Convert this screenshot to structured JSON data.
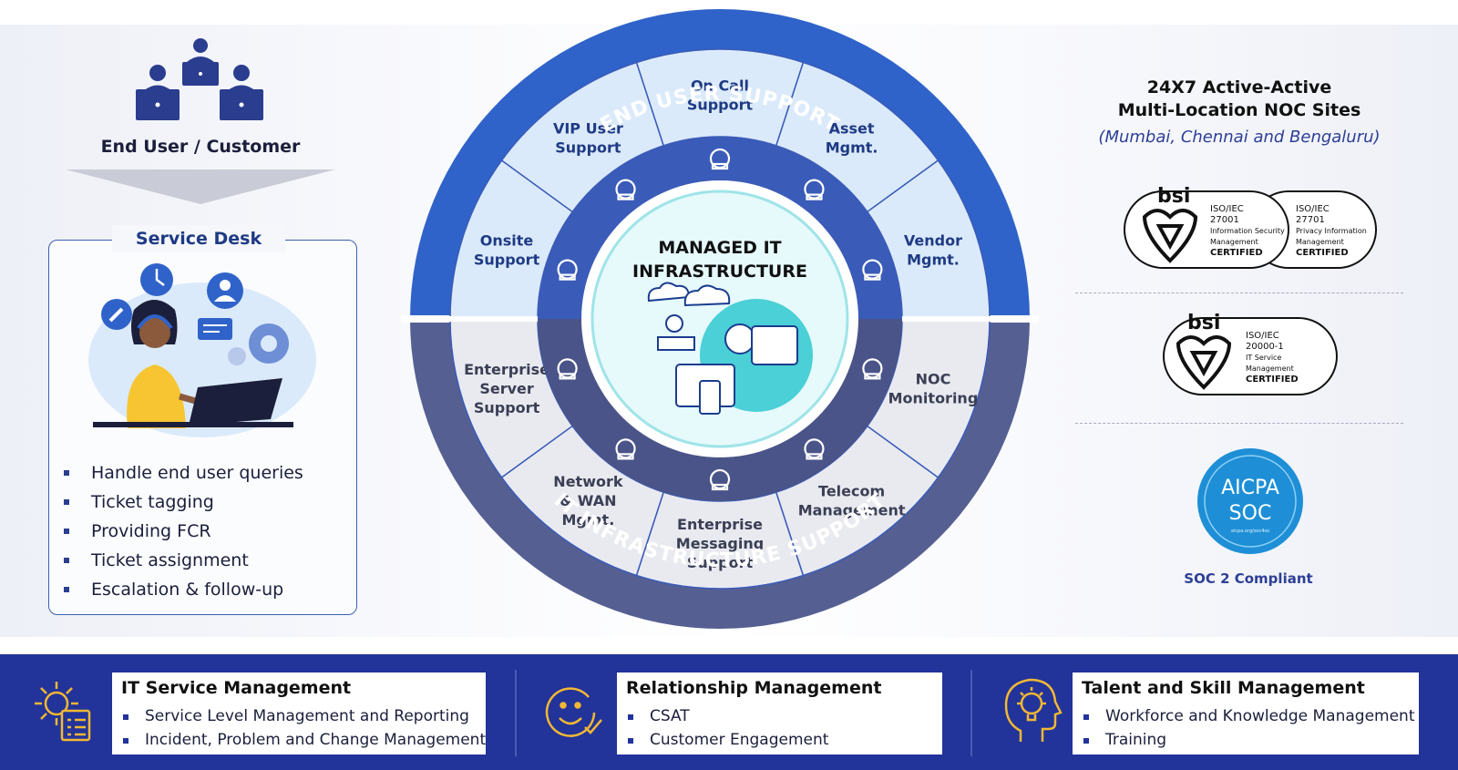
{
  "left": {
    "end_user_label": "End User / Customer",
    "service_desk": {
      "title": "Service Desk",
      "items": [
        "Handle end user queries",
        "Ticket tagging",
        "Providing FCR",
        "Ticket assignment",
        "Escalation & follow-up"
      ]
    }
  },
  "wheel": {
    "outer_top_label": "END USER SUPPORT",
    "outer_bottom_label": "IT INFRASTRUCTURE SUPPORT",
    "center_label": [
      "MANAGED IT",
      "INFRASTRUCTURE"
    ],
    "top_segments": [
      [
        "Onsite",
        "Support"
      ],
      [
        "VIP User",
        "Support"
      ],
      [
        "On Call",
        "Support"
      ],
      [
        "Asset",
        "Mgmt."
      ],
      [
        "Vendor",
        "Mgmt."
      ]
    ],
    "bottom_segments": [
      [
        "Enterprise",
        "Server",
        "Support"
      ],
      [
        "Network",
        "& WAN",
        "Mgmt."
      ],
      [
        "Enterprise",
        "Messaging",
        "Support"
      ],
      [
        "Telecom",
        "Management"
      ],
      [
        "NOC",
        "Monitoring"
      ]
    ],
    "colors": {
      "outer_top": "#2f63c9",
      "outer_bottom": "#555f92",
      "inner_ring_top": "#3a5bb8",
      "inner_ring_bottom": "#4a5488",
      "segment_top": "#dbeafa",
      "segment_bottom": "#e9eaf0",
      "center": "#18c5cc"
    }
  },
  "right": {
    "noc_title_line1": "24X7 Active-Active",
    "noc_title_line2": "Multi-Location NOC Sites",
    "noc_locations": "(Mumbai, Chennai and Bengaluru)",
    "cert1": {
      "brand": "bsi",
      "a": [
        "ISO/IEC",
        "27001",
        "Information Security",
        "Management",
        "CERTIFIED"
      ],
      "b": [
        "ISO/IEC",
        "27701",
        "Privacy Information",
        "Management",
        "CERTIFIED"
      ]
    },
    "cert2": {
      "brand": "bsi",
      "a": [
        "ISO/IEC",
        "20000-1",
        "IT Service",
        "Management",
        "CERTIFIED"
      ]
    },
    "aicpa": {
      "line1": "AICPA",
      "line2": "SOC",
      "small": "aicpa.org/soc4so"
    },
    "soc_label": "SOC 2 Compliant"
  },
  "bottom": [
    {
      "title": "IT Service Management",
      "items": [
        "Service Level Management and Reporting",
        "Incident, Problem and Change Management"
      ],
      "icon": "gear-checklist-icon"
    },
    {
      "title": "Relationship Management",
      "items": [
        "CSAT",
        "Customer Engagement"
      ],
      "icon": "smiley-icon"
    },
    {
      "title": "Talent and Skill Management",
      "items": [
        "Workforce and Knowledge Management",
        "Training"
      ],
      "icon": "head-bulb-icon"
    }
  ],
  "accent_color": "#22339a"
}
